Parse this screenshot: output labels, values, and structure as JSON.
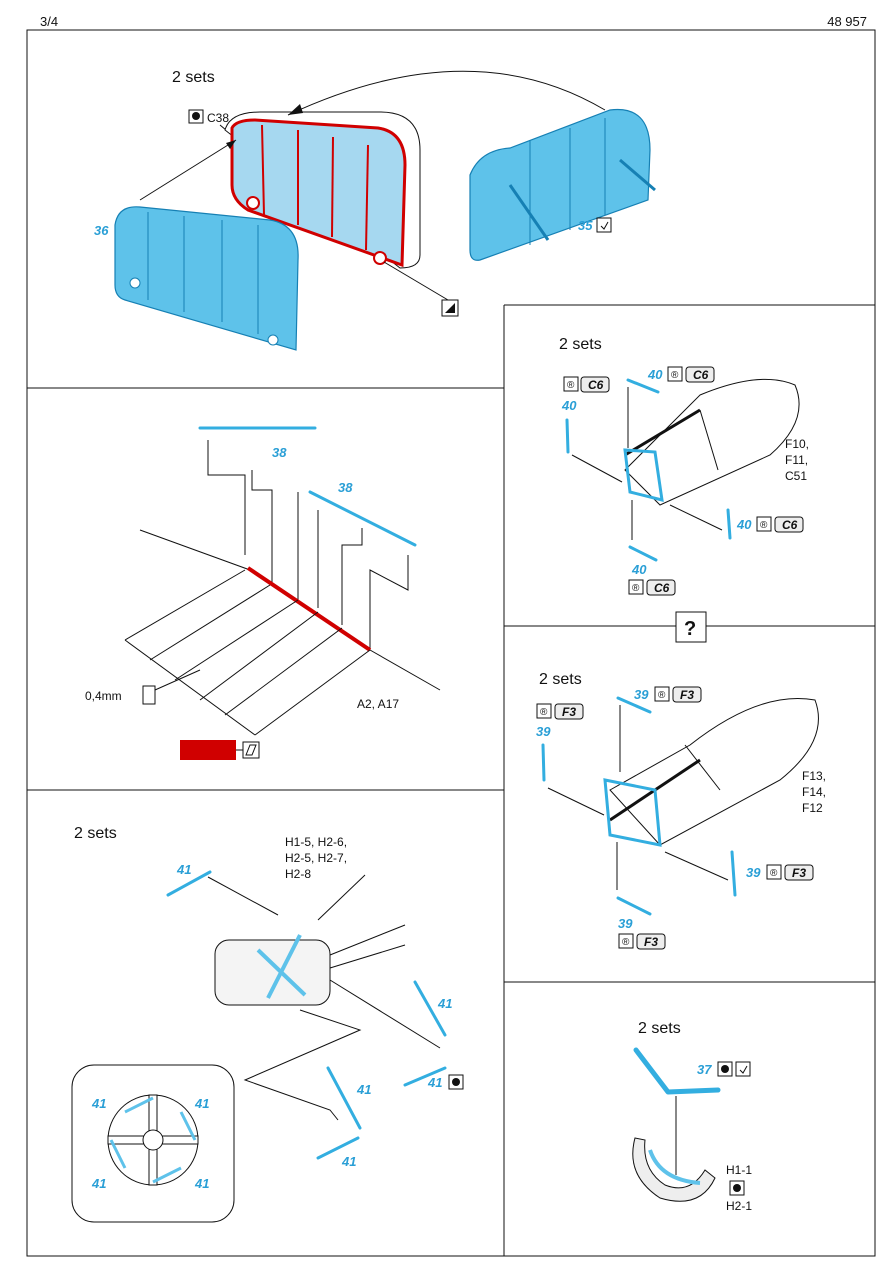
{
  "header": {
    "page": "3/4",
    "code": "48 957"
  },
  "labels": {
    "two_sets": "2 sets",
    "c38": "C38",
    "p35": "35",
    "p36": "36",
    "p38": "38",
    "p40": "40",
    "p39": "39",
    "p41": "41",
    "p37": "37",
    "c6": "C6",
    "f3": "F3",
    "f10_l1": "F10,",
    "f10_l2": "F11,",
    "f10_l3": "C51",
    "f13_l1": "F13,",
    "f13_l2": "F14,",
    "f13_l3": "F12",
    "mm": "0,4mm",
    "a2": "A2, A17",
    "h_l1": "H1-5, H2-6,",
    "h_l2": "H2-5, H2-7,",
    "h_l3": "H2-8",
    "h11": "H1-1",
    "h21": "H2-1",
    "question": "?"
  },
  "colors": {
    "etch_blue": "#5ec2ea",
    "paint_red": "#d00000",
    "outline": "#111111"
  }
}
